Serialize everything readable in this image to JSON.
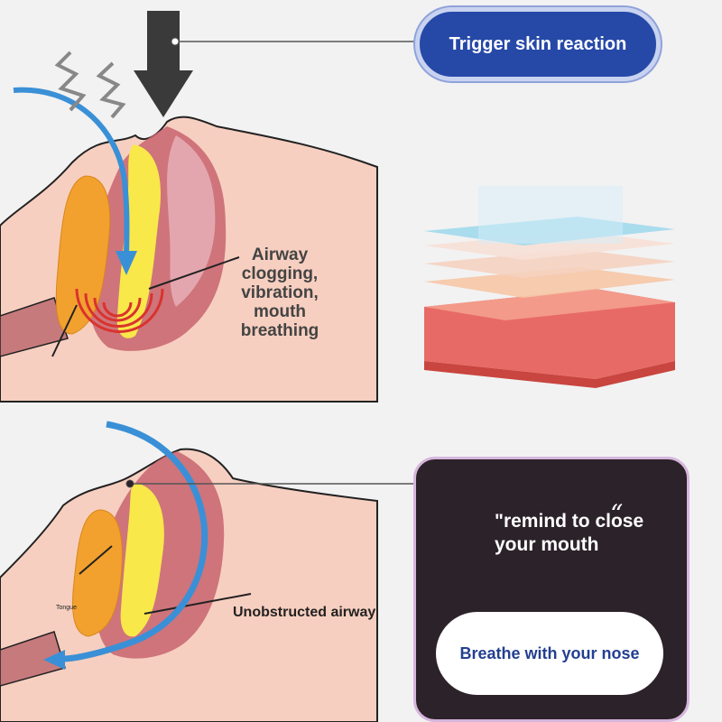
{
  "top_callout": {
    "label": "Trigger skin reaction"
  },
  "top_panel": {
    "airway_label": "Airway clogging, vibration, mouth breathing"
  },
  "bottom_panel": {
    "tongue_label": "Tongue",
    "airway_label": "Unobstructed airway"
  },
  "reminder_card": {
    "quote": "\"remind to close your mouth",
    "closing_mark": "“",
    "action": "Breathe with your nose"
  },
  "colors": {
    "callout_blue": "#2649a8",
    "card_dark": "#2c2229",
    "card_border": "#d6b6dc",
    "skin": "#f7cfc0",
    "tongue": "#f2a12e",
    "airway_yellow": "#f9e84a",
    "arrow_blue": "#3a90d6",
    "vibration_red": "#d9332e"
  },
  "icons": [
    "down-arrow-icon",
    "zigzag-lightning-icon",
    "airflow-arrow-icon",
    "vibration-waves-icon",
    "skin-layers-illustration"
  ]
}
